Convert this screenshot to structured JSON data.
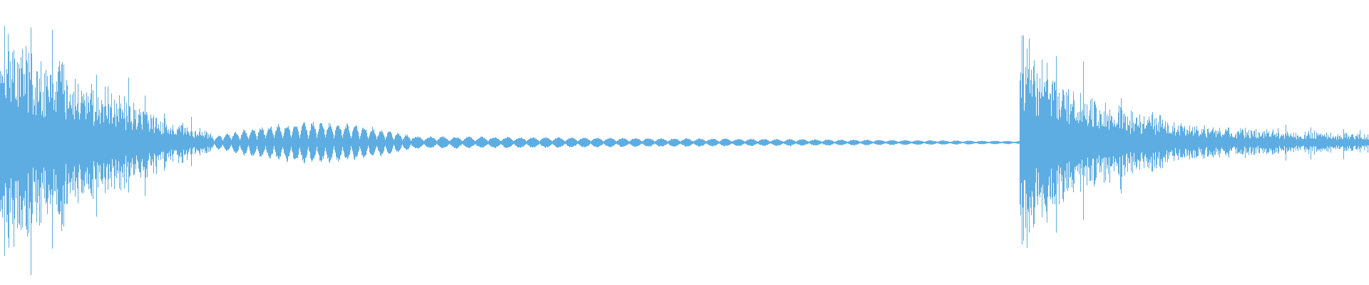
{
  "waveform": {
    "color": "#5dade2",
    "background": "#ffffff",
    "description_segments": [
      {
        "start": 0.0,
        "end": 0.16,
        "level": "loud-decaying"
      },
      {
        "start": 0.16,
        "end": 0.31,
        "level": "medium"
      },
      {
        "start": 0.31,
        "end": 0.75,
        "level": "quiet-fading"
      },
      {
        "start": 0.75,
        "end": 1.0,
        "level": "loud-then-medium"
      }
    ]
  }
}
